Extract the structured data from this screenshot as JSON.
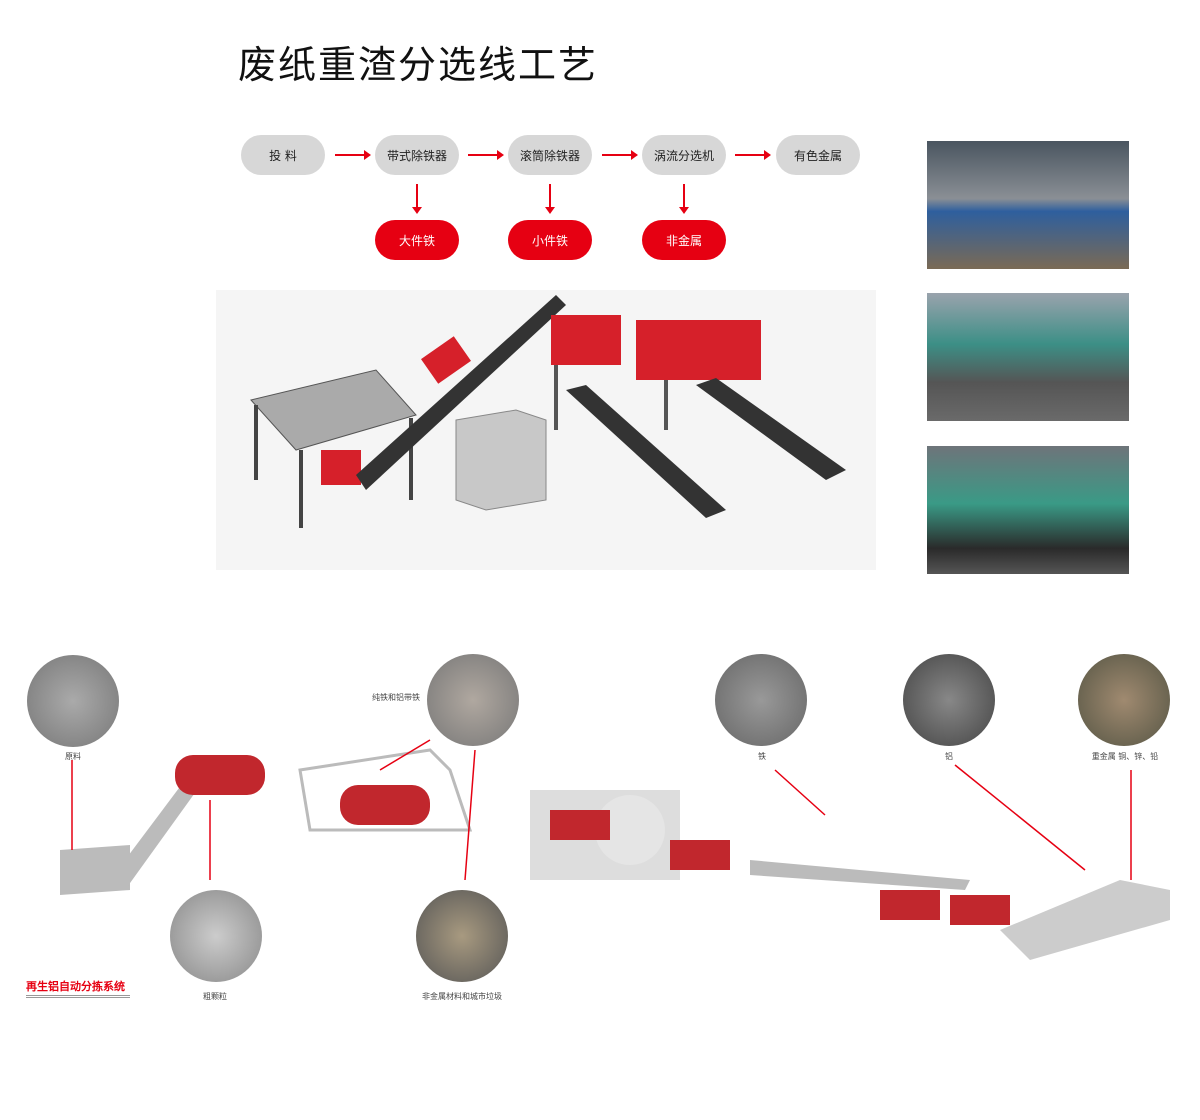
{
  "title": "废纸重渣分选线工艺",
  "flow": {
    "main_steps": [
      "投 料",
      "带式除铁器",
      "滚筒除铁器",
      "涡流分选机",
      "有色金属"
    ],
    "outputs": [
      "大件铁",
      "小件铁",
      "非金属"
    ]
  },
  "system": {
    "title": "再生铝自动分拣系统",
    "materials": [
      "原料",
      "纯铁和铝带铁",
      "粗颗粒",
      "非金属材料和城市垃圾",
      "铁",
      "铝",
      "重金属 铜、锌、铅"
    ]
  },
  "colors": {
    "accent": "#e60012",
    "pill": "#d7d7d7"
  }
}
